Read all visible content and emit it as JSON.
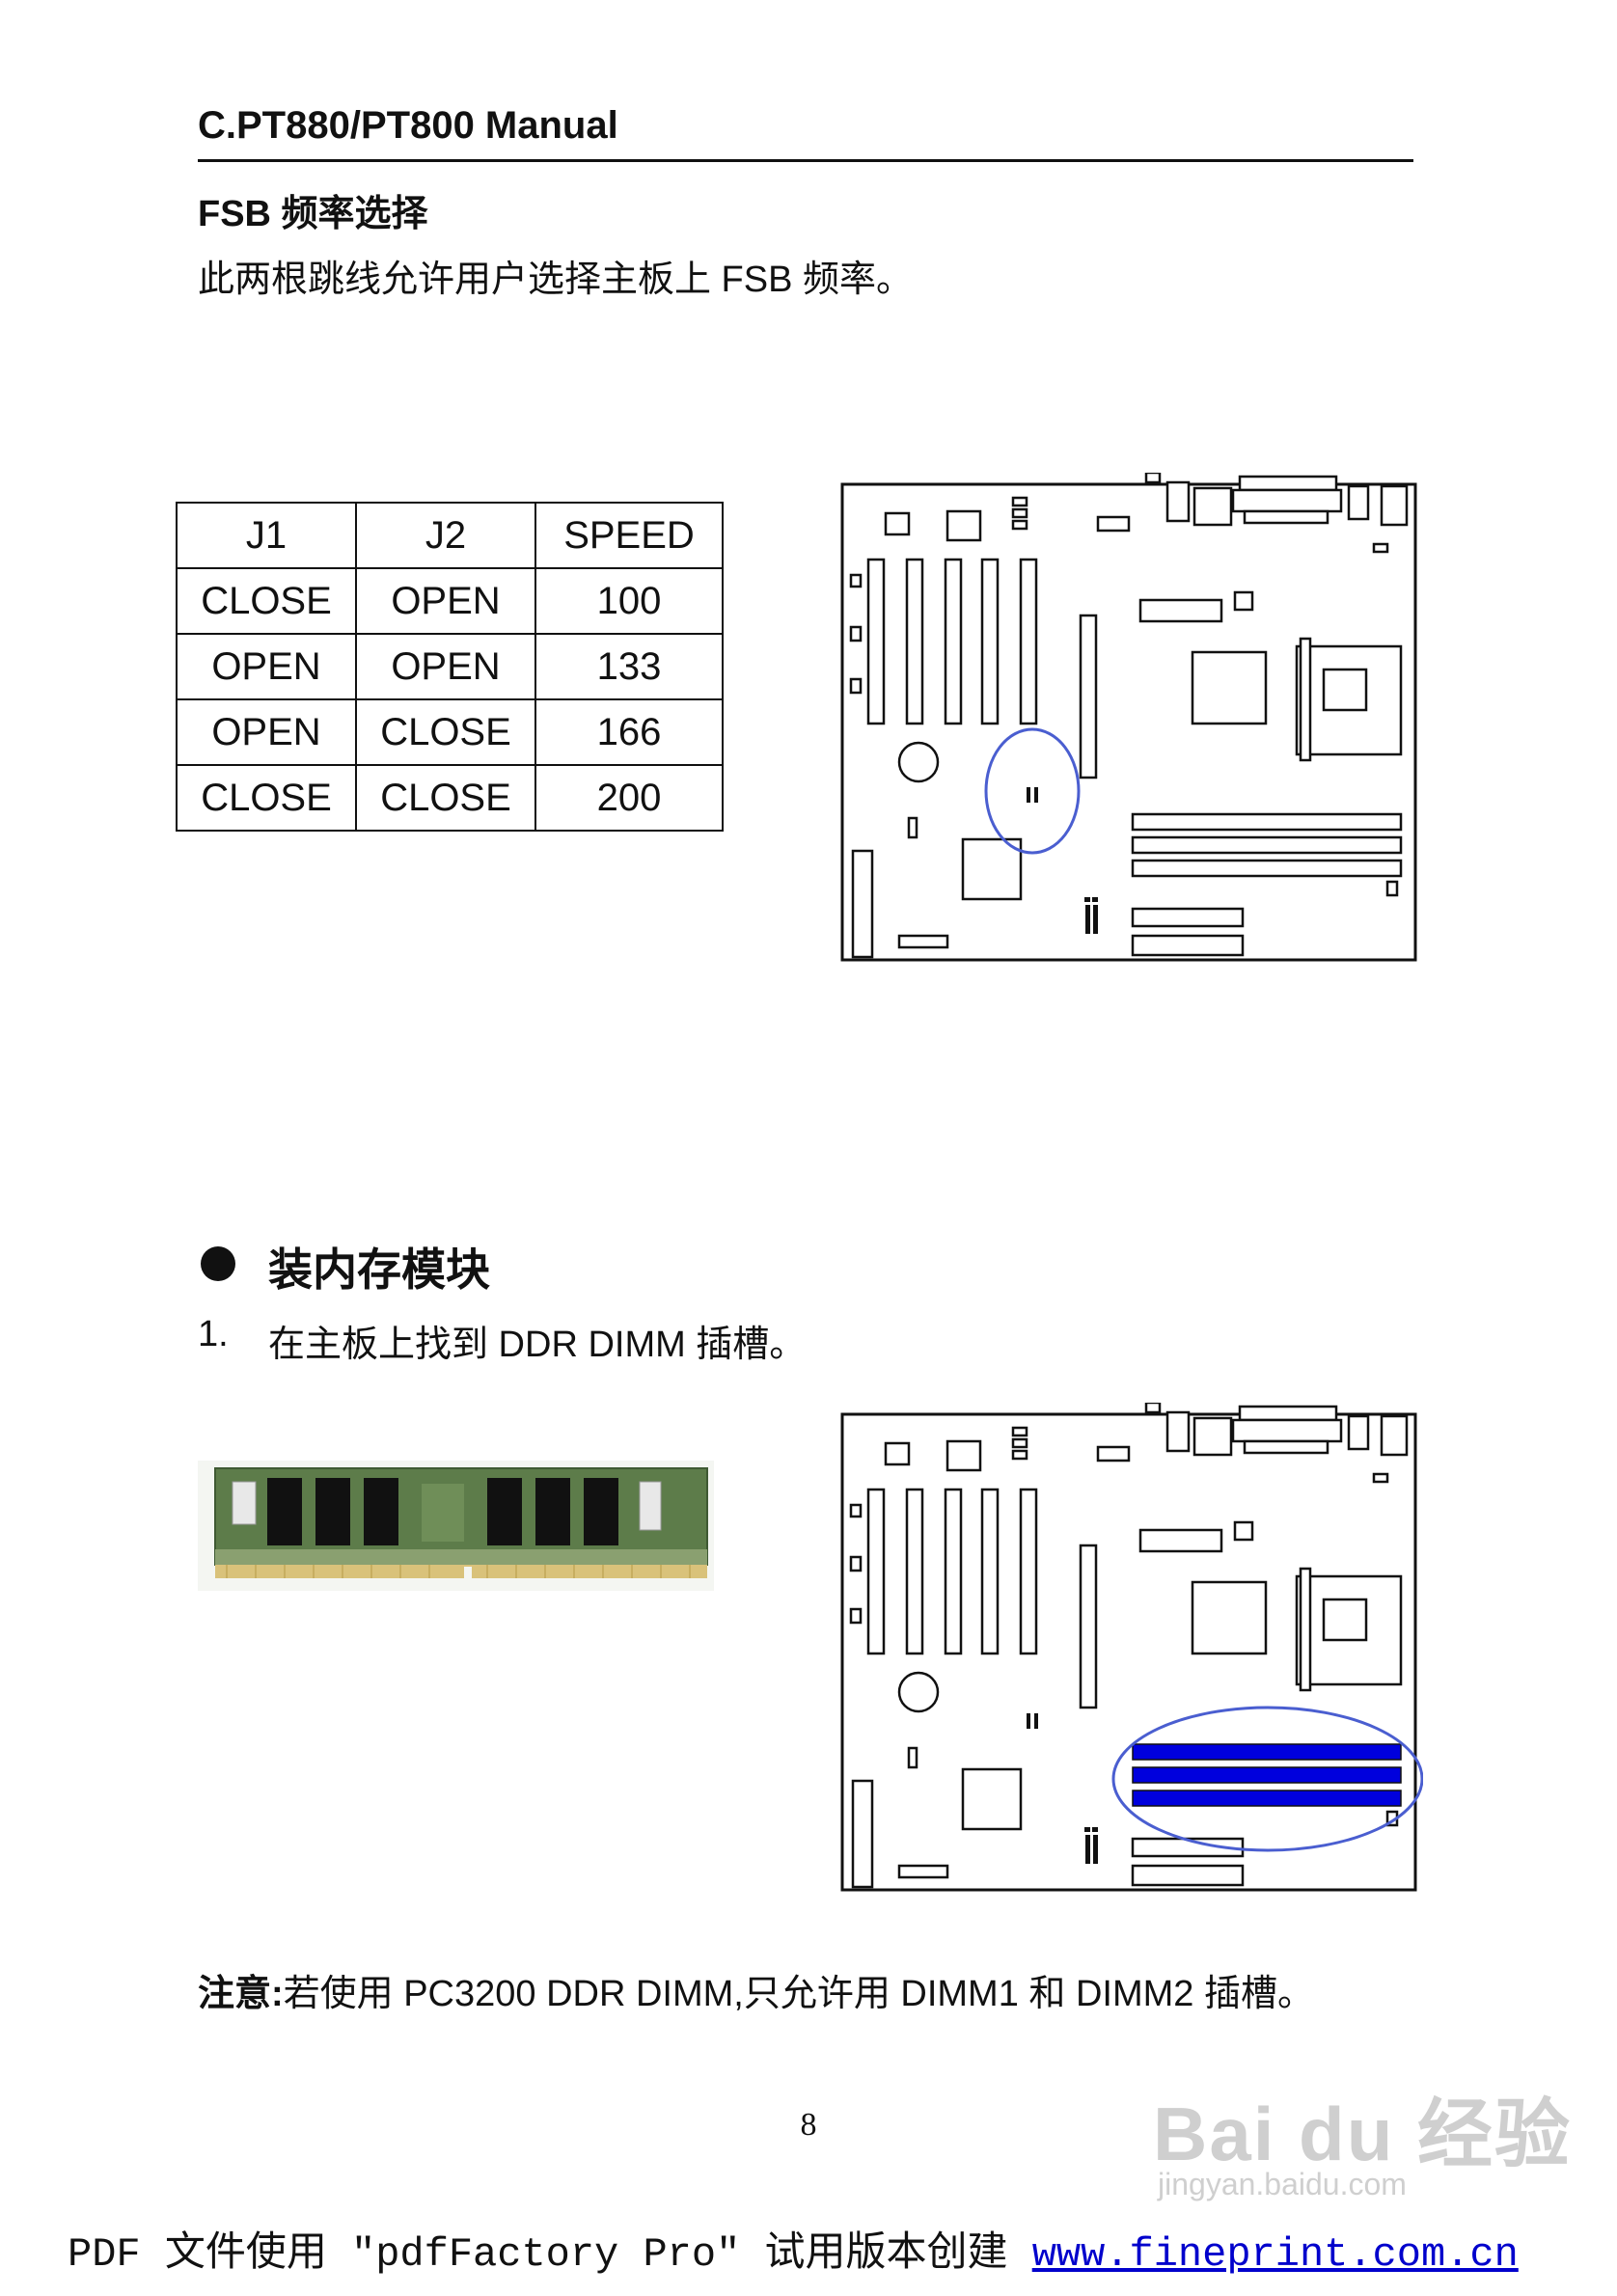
{
  "header": {
    "title": "C.PT880/PT800 Manual"
  },
  "fsb_section": {
    "title": "FSB 频率选择",
    "description": "此两根跳线允许用户选择主板上 FSB 频率。",
    "table": {
      "headers": [
        "J1",
        "J2",
        "SPEED"
      ],
      "rows": [
        [
          "CLOSE",
          "OPEN",
          "100"
        ],
        [
          "OPEN",
          "OPEN",
          "133"
        ],
        [
          "OPEN",
          "CLOSE",
          "166"
        ],
        [
          "CLOSE",
          "CLOSE",
          "200"
        ]
      ]
    }
  },
  "memory_section": {
    "title": "装内存模块",
    "step_number": "1.",
    "step_text": "在主板上找到 DDR DIMM 插槽。"
  },
  "note": {
    "label": "注意:",
    "text": "若使用 PC3200 DDR DIMM,只允许用 DIMM1 和 DIMM2 插槽。"
  },
  "page_number": "8",
  "footer": {
    "text": "PDF 文件使用 \"pdfFactory Pro\" 试用版本创建 ",
    "link": "www.fineprint.com.cn"
  },
  "watermark": {
    "brand": "Bai du 经验",
    "url": "jingyan.baidu.com"
  },
  "colors": {
    "highlight_circle": "#4a5ed0",
    "dimm_highlight": "#0000dd",
    "link": "#0000cc"
  }
}
